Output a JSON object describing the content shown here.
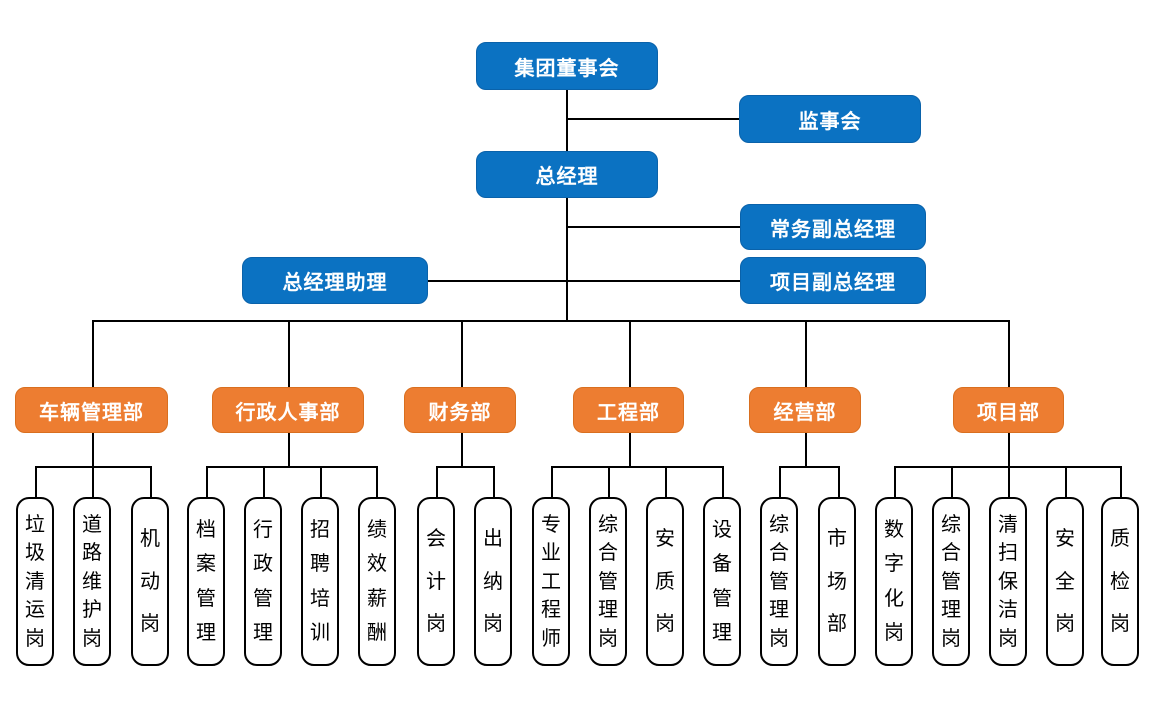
{
  "org": {
    "board": "集团董事会",
    "supervisory_board": "监事会",
    "general_manager": "总经理",
    "executive_deputy_gm": "常务副总经理",
    "gm_assistant": "总经理助理",
    "project_deputy_gm": "项目副总经理",
    "departments": [
      {
        "label": "车辆管理部",
        "children": [
          "垃圾清运岗",
          "道路维护岗",
          "机动岗"
        ]
      },
      {
        "label": "行政人事部",
        "children": [
          "档案管理",
          "行政管理",
          "招聘培训",
          "绩效薪酬"
        ]
      },
      {
        "label": "财务部",
        "children": [
          "会计岗",
          "出纳岗"
        ]
      },
      {
        "label": "工程部",
        "children": [
          "专业工程师",
          "综合管理岗",
          "安质岗",
          "设备管理"
        ]
      },
      {
        "label": "经营部",
        "children": [
          "综合管理岗",
          "市场部"
        ]
      },
      {
        "label": "项目部",
        "children": [
          "数字化岗",
          "综合管理岗",
          "清扫保洁岗",
          "安全岗",
          "质检岗"
        ]
      }
    ],
    "colors": {
      "executive_box": "#0B72C2",
      "department_box": "#ED7D31",
      "leaf_box_background": "#FFFFFF",
      "leaf_box_border": "#000000",
      "connector_line": "#000000",
      "box_text": "#FFFFFF",
      "leaf_text": "#000000"
    }
  }
}
